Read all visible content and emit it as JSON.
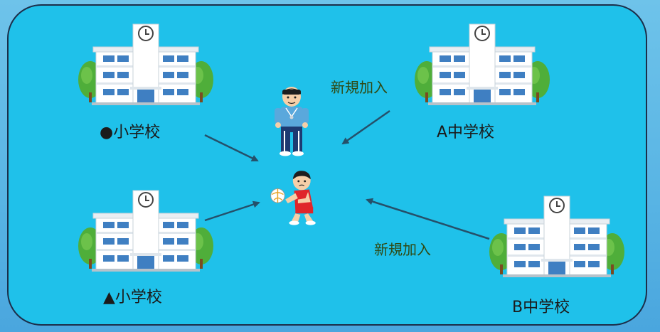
{
  "labels": {
    "elem_a": "●小学校",
    "elem_b": "▲小学校",
    "junior_a": "A中学校",
    "junior_b": "B中学校",
    "new_join_a": "新規加入",
    "new_join_b": "新規加入"
  },
  "icons": [
    "school-building-icon",
    "coach-icon",
    "volleyball-player-icon",
    "volleyball-icon"
  ],
  "colors": {
    "panel": "#1fc1ea",
    "panel_border": "#1c2e4a",
    "arrow": "#25506a",
    "join_text": "#2f4a14"
  }
}
